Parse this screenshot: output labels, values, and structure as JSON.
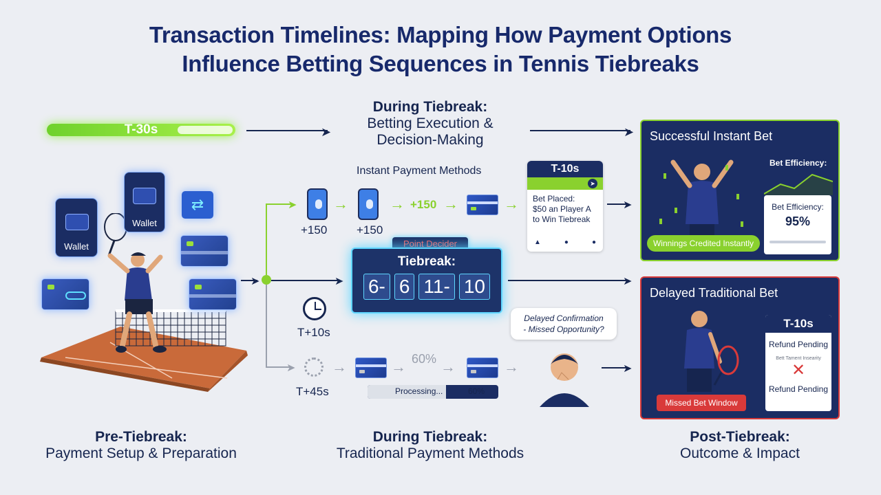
{
  "title": {
    "line1": "Transaction Timelines: Mapping How Payment Options",
    "line2": "Influence Betting Sequences in Tennis Tiebreaks"
  },
  "top_timer": {
    "label": "T-30s"
  },
  "center_top": {
    "heading": "During Tiebreak:",
    "line1": "Betting Execution &",
    "line2": "Decision-Making"
  },
  "instant": {
    "label": "Instant Payment Methods",
    "odds1": "+150",
    "odds2": "+150",
    "odds_inline": "+150"
  },
  "left_icons": {
    "wallet1": "Wallet",
    "wallet2": "Wallet"
  },
  "bet_slip": {
    "header": "T-10s",
    "line1": "Bet Placed:",
    "line2": "$50 an Player A",
    "line3": "to Win Tiebreak"
  },
  "scoreboard": {
    "tag": "Point Decider",
    "title": "Tiebreak:",
    "digits": [
      "6-",
      "6",
      "11-",
      "10"
    ]
  },
  "timestamps": {
    "t10": "T+10s",
    "t45": "T+45s"
  },
  "traditional": {
    "pct_label": "60%",
    "progress_text": "Processing...",
    "progress_pct": "60%",
    "progress_value": 0.6
  },
  "speech": {
    "line1": "Delayed Confirmation",
    "line2": "- Missed Opportunity?"
  },
  "success_panel": {
    "title": "Successful Instant Bet",
    "eff_label1": "Bet Efficiency:",
    "eff_label2": "Bet Efficiency:",
    "eff_value": "95%",
    "banner": "Winnings Credited Instantly"
  },
  "delayed_panel": {
    "title": "Delayed Traditional Bet",
    "timer": "T-10s",
    "refund1": "Refund Pending",
    "fine": "Bett Tament Insearity",
    "refund2": "Refund Pending",
    "banner": "Missed Bet Window"
  },
  "footer": {
    "left_h": "Pre-Tiebreak:",
    "left_s": "Payment Setup & Preparation",
    "mid_h": "During Tiebreak:",
    "mid_s": "Traditional Payment Methods",
    "right_h": "Post-Tiebreak:",
    "right_s": "Outcome & Impact"
  },
  "colors": {
    "accent_green": "#8ad12e",
    "navy": "#1b2d63",
    "alert_red": "#d93a3a",
    "glow_blue": "#5fd6ff"
  }
}
